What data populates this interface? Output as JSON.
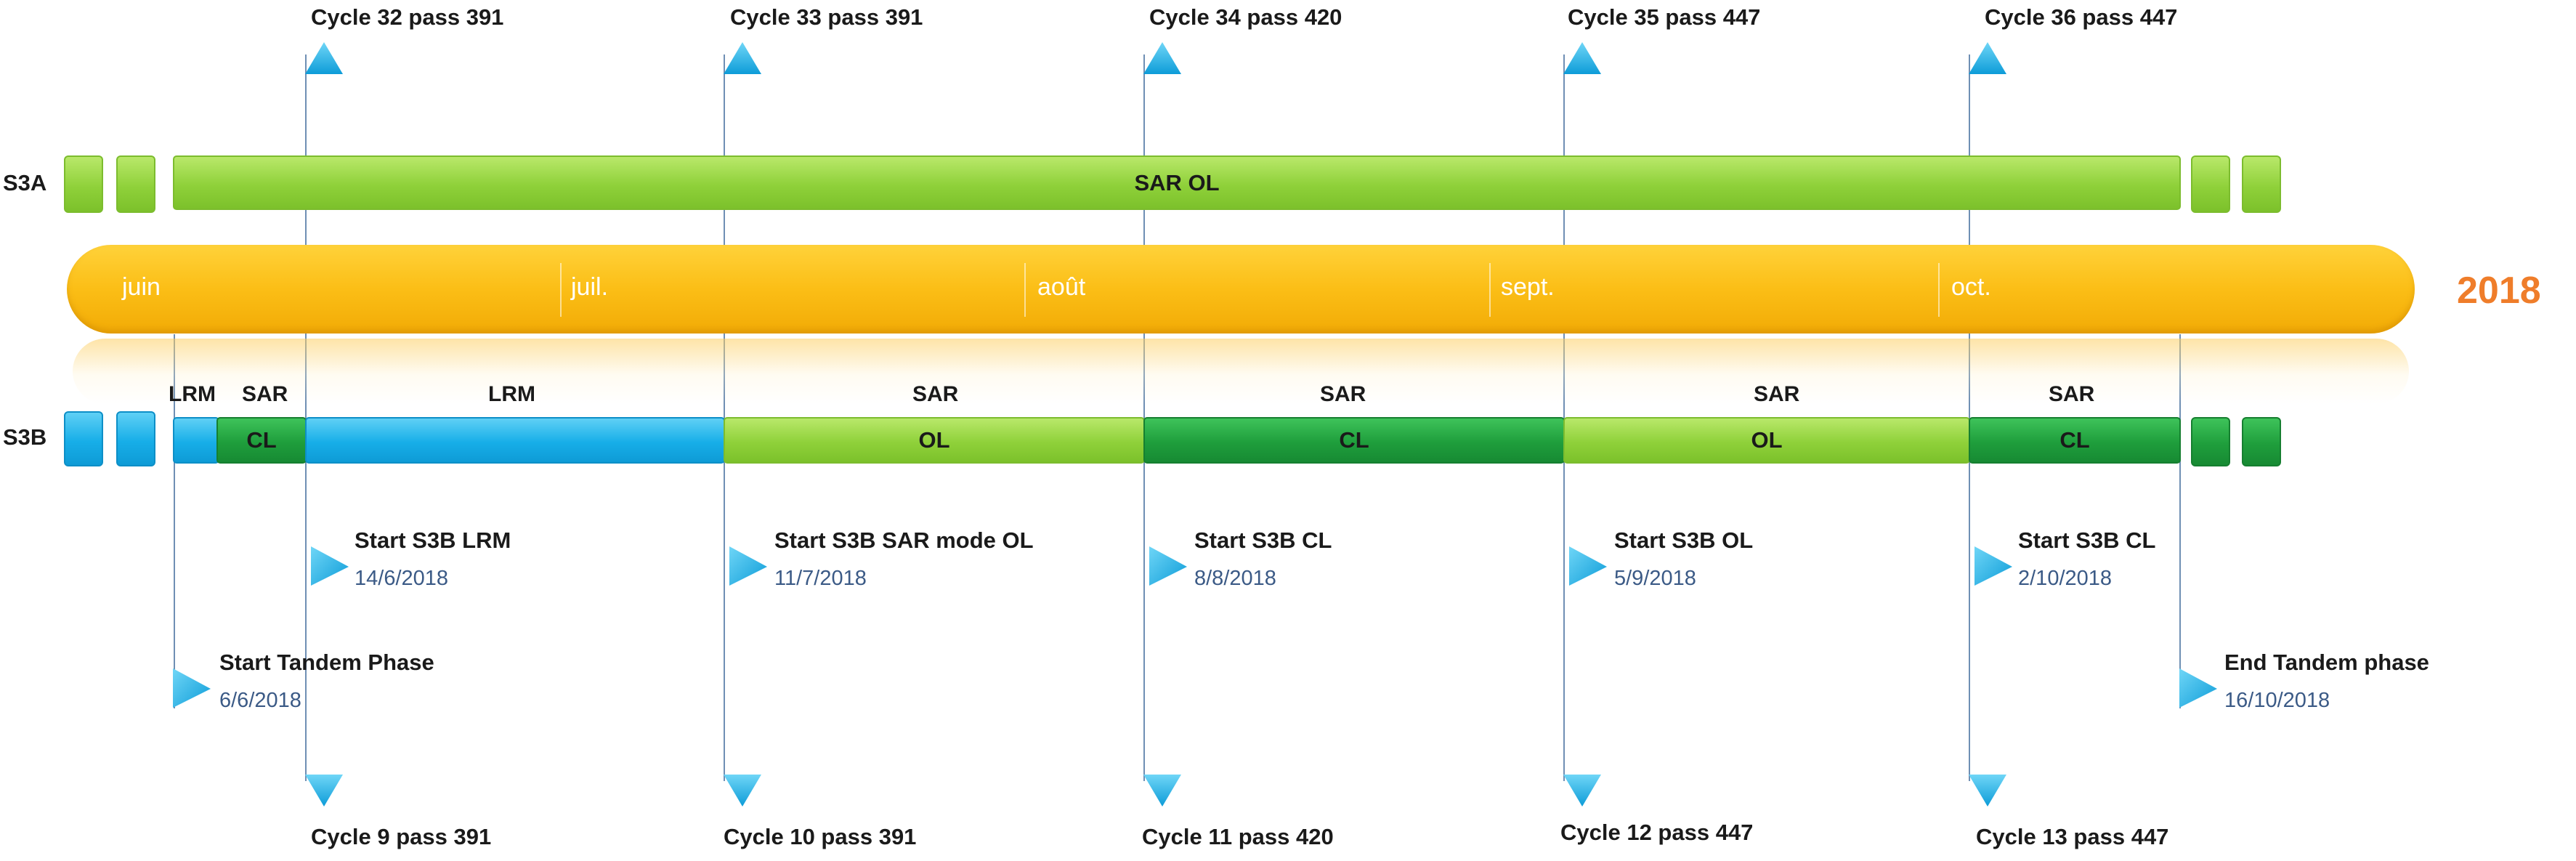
{
  "year": "2018",
  "months": [
    "juin",
    "juil.",
    "août",
    "sept.",
    "oct."
  ],
  "rows": {
    "s3a": "S3A",
    "s3b": "S3B"
  },
  "top_cycles": [
    "Cycle 32 pass 391",
    "Cycle 33 pass 391",
    "Cycle 34 pass 420",
    "Cycle 35 pass 447",
    "Cycle 36 pass 447"
  ],
  "bottom_cycles": [
    "Cycle 9 pass 391",
    "Cycle 10 pass 391",
    "Cycle 11 pass 420",
    "Cycle 12 pass 447",
    "Cycle 13 pass 447"
  ],
  "s3a_bar": {
    "label": "SAR OL"
  },
  "s3b_segments": [
    {
      "top": "LRM",
      "bottom": ""
    },
    {
      "top": "SAR",
      "bottom": "CL"
    },
    {
      "top": "LRM",
      "bottom": ""
    },
    {
      "top": "SAR",
      "bottom": "OL"
    },
    {
      "top": "SAR",
      "bottom": "CL"
    },
    {
      "top": "SAR",
      "bottom": "OL"
    },
    {
      "top": "SAR",
      "bottom": "CL"
    }
  ],
  "milestones": [
    {
      "title": "Start S3B LRM",
      "date": "14/6/2018"
    },
    {
      "title": "Start S3B SAR mode OL",
      "date": "11/7/2018"
    },
    {
      "title": "Start S3B CL",
      "date": "8/8/2018"
    },
    {
      "title": "Start S3B OL",
      "date": "5/9/2018"
    },
    {
      "title": "Start S3B CL",
      "date": "2/10/2018"
    },
    {
      "title": "Start Tandem Phase",
      "date": "6/6/2018"
    },
    {
      "title": "End Tandem phase",
      "date": "16/10/2018"
    }
  ],
  "colors": {
    "timeline": "#fbbe16",
    "year": "#ef7d2a",
    "sar_ol": "#8fd13a",
    "sar_cl": "#1f9e3c",
    "lrm": "#17aee8",
    "marker": "#29b6ea",
    "date_text": "#3b5a86"
  }
}
